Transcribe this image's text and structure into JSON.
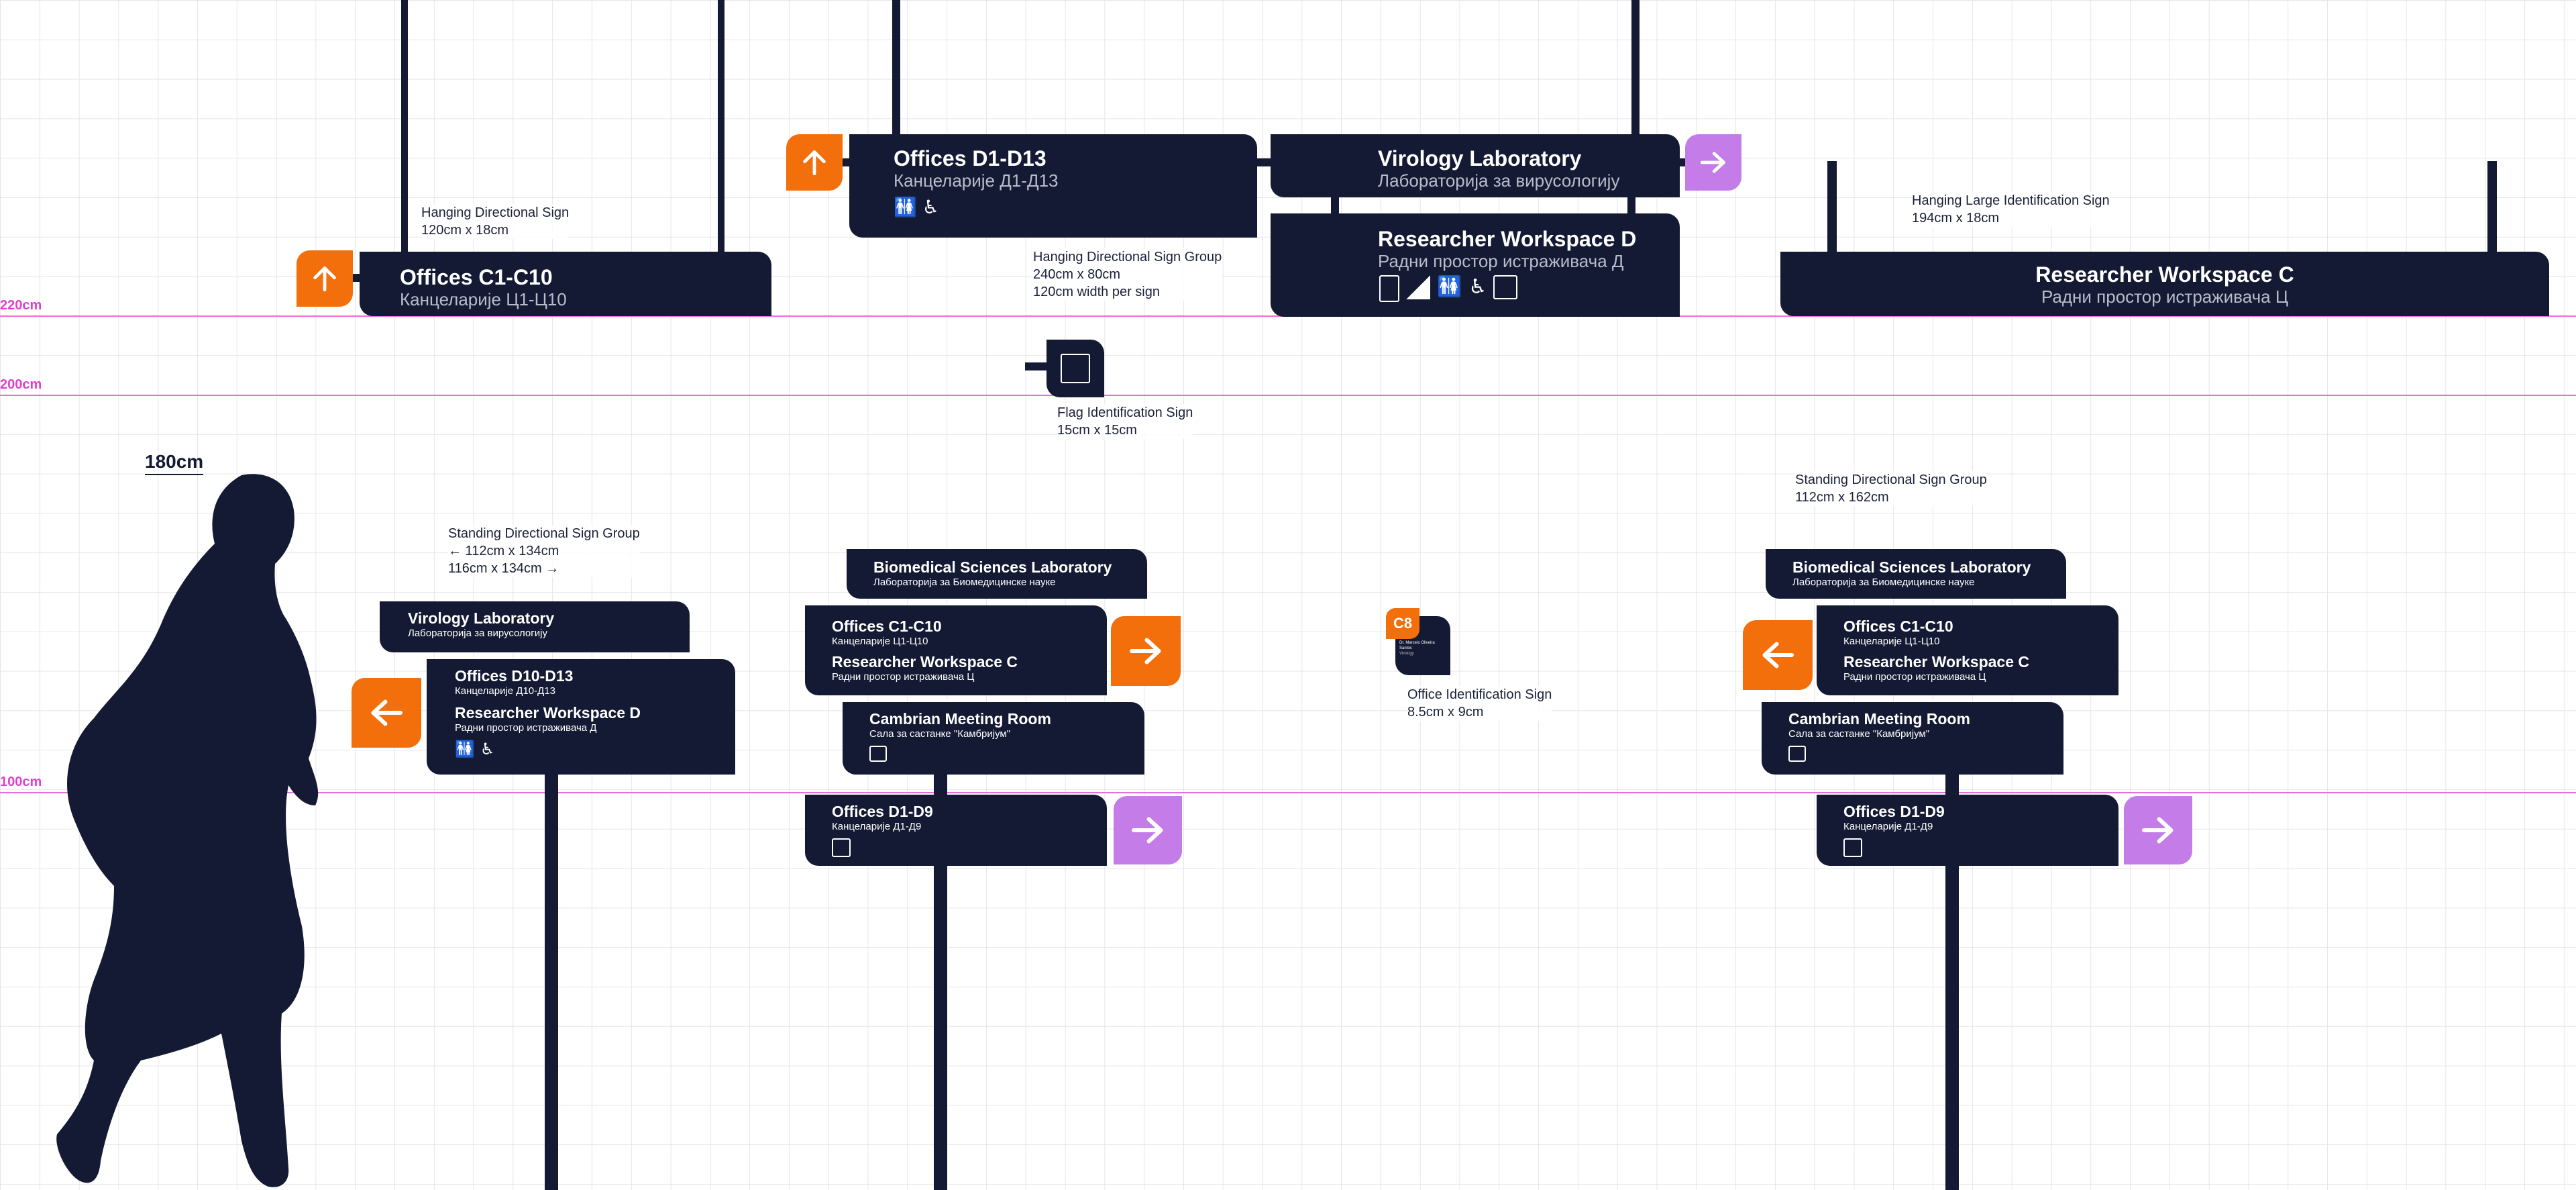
{
  "height_lines": [
    "220cm",
    "200cm",
    "100cm"
  ],
  "person_height": "180cm",
  "hanging_c": {
    "title": "Offices C1-C10",
    "subtitle": "Канцеларије Ц1-Ц10",
    "label": "Hanging Directional Sign",
    "size": "120cm x 18cm"
  },
  "group_top": {
    "left": {
      "title": "Offices D1-D13",
      "subtitle": "Канцеларије Д1-Д13",
      "icons": [
        "restroom-icon",
        "accessible-icon"
      ]
    },
    "right_top": {
      "title": "Virology Laboratory",
      "subtitle": "Лабораторија за вирусологију"
    },
    "right_bottom": {
      "title": "Researcher Workspace D",
      "subtitle": "Радни простор истраживача Д",
      "icons": [
        "elevator-icon",
        "stairs-icon",
        "restroom-icon",
        "accessible-icon",
        "office-icon"
      ]
    },
    "label": "Hanging Directional Sign Group",
    "size1": "240cm x 80cm",
    "size2": "120cm width per sign"
  },
  "large_id": {
    "title": "Researcher Workspace C",
    "subtitle": "Радни простор истраживача Ц",
    "label": "Hanging Large Identification Sign",
    "size": "194cm x 18cm"
  },
  "flag": {
    "label": "Flag Identification Sign",
    "size": "15cm x 15cm",
    "icon": "office-icon"
  },
  "standing_left": {
    "label": "Standing Directional Sign Group",
    "size1": "← 112cm x 134cm",
    "size2": "116cm x 134cm →",
    "top": {
      "title": "Virology Laboratory",
      "subtitle": "Лабораторија за вирусологију"
    },
    "main": {
      "title1": "Offices D10-D13",
      "sub1": "Канцеларије Д10-Д13",
      "title2": "Researcher Workspace D",
      "sub2": "Радни простор истраживача Д",
      "icons": [
        "restroom-icon",
        "accessible-icon"
      ]
    }
  },
  "standing_mid": {
    "biomed": {
      "title": "Biomedical Sciences Laboratory",
      "subtitle": "Лабораторија за Биомедицинске науке"
    },
    "offices_c": {
      "title1": "Offices C1-C10",
      "sub1": "Канцеларије Ц1-Ц10",
      "title2": "Researcher Workspace C",
      "sub2": "Радни простор истраживача Ц"
    },
    "cambrian": {
      "title": "Cambrian Meeting Room",
      "subtitle": "Сала за састанке \"Камбријум\"",
      "icon": "meeting-icon"
    },
    "offices_d": {
      "title": "Offices D1-D9",
      "subtitle": "Канцеларије Д1-Д9",
      "icon": "office-icon"
    }
  },
  "office_id": {
    "badge": "C8",
    "line1": "Dr. Marcelo Oliveira Santos",
    "line2": "Virology",
    "label": "Office Identification Sign",
    "size": "8.5cm x 9cm"
  },
  "standing_right": {
    "label": "Standing Directional Sign Group",
    "size": "112cm x 162cm",
    "biomed": {
      "title": "Biomedical Sciences Laboratory",
      "subtitle": "Лабораторија за Биомедицинске науке"
    },
    "offices_c": {
      "title1": "Offices C1-C10",
      "sub1": "Канцеларије Ц1-Ц10",
      "title2": "Researcher Workspace C",
      "sub2": "Радни простор истраживача Ц"
    },
    "cambrian": {
      "title": "Cambrian Meeting Room",
      "subtitle": "Сала за састанке \"Камбријум\"",
      "icon": "meeting-icon"
    },
    "offices_d": {
      "title": "Offices D1-D9",
      "subtitle": "Канцеларије Д1-Д9",
      "icon": "office-icon"
    }
  },
  "colors": {
    "navy": "#141a33",
    "orange": "#f26f0c",
    "purple": "#c47ce8",
    "guide": "#e86ee0"
  }
}
